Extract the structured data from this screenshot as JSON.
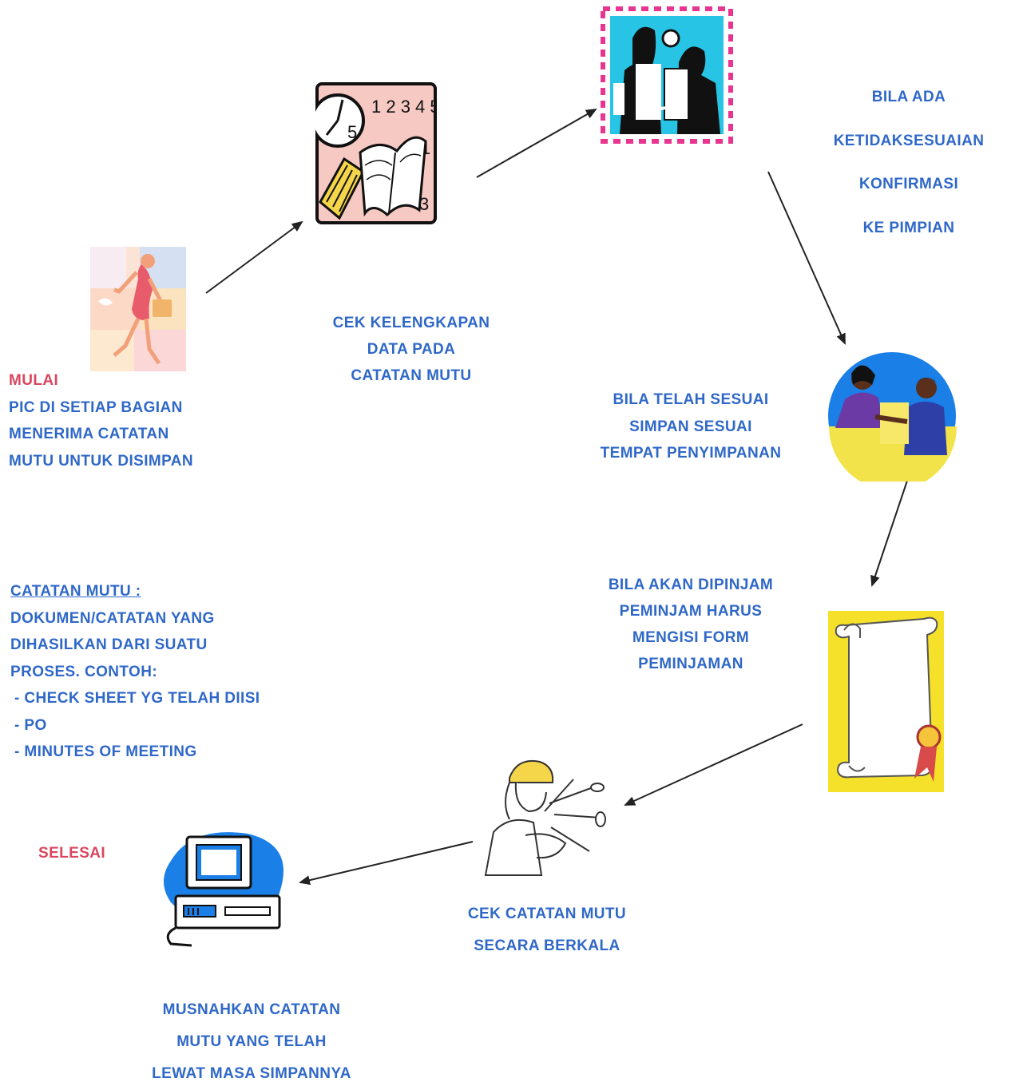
{
  "colors": {
    "text_blue": "#2f68c8",
    "text_red": "#d9475f",
    "arrow": "#222222",
    "frame_pink": "#e8358f",
    "cyan": "#27c4e6",
    "yellow": "#f5e12a",
    "blue_circle": "#1a7fe6"
  },
  "start": {
    "label": "MULAI",
    "lines": [
      "PIC DI SETIAP BAGIAN",
      "MENERIMA CATATAN",
      "MUTU UNTUK DISIMPAN"
    ]
  },
  "check_data": {
    "lines": [
      "CEK KELENGKAPAN",
      "DATA PADA",
      "CATATAN MUTU"
    ]
  },
  "nonconformity": {
    "lines": [
      "BILA ADA",
      "KETIDAKSESUAIAN",
      "KONFIRMASI",
      "KE PIMPIAN"
    ]
  },
  "conform": {
    "lines": [
      "BILA TELAH SESUAI",
      "SIMPAN SESUAI",
      "TEMPAT PENYIMPANAN"
    ]
  },
  "borrow": {
    "lines": [
      "BILA AKAN DIPINJAM",
      "PEMINJAM HARUS",
      "MENGISI FORM",
      "PEMINJAMAN"
    ]
  },
  "periodic": {
    "lines": [
      "CEK CATATAN MUTU",
      "SECARA BERKALA"
    ]
  },
  "destroy": {
    "lines": [
      "MUSNAHKAN CATATAN",
      "MUTU YANG TELAH",
      "LEWAT MASA SIMPANNYA"
    ]
  },
  "finish": {
    "label": "SELESAI"
  },
  "definition": {
    "heading": "CATATAN MUTU :",
    "lines": [
      "DOKUMEN/CATATAN YANG",
      "DIHASILKAN DARI SUATU",
      "PROSES. CONTOH:"
    ],
    "items": [
      "- CHECK SHEET YG TELAH DIISI",
      "- PO",
      "- MINUTES OF MEETING"
    ]
  },
  "icons": {
    "woman_walking": "woman-walking-icon",
    "clock_calendar_book": "clock-calendar-book-icon",
    "meeting": "meeting-icon",
    "handshake": "handshake-icon",
    "scroll": "scroll-certificate-icon",
    "engineer": "engineer-icon",
    "computer": "computer-icon"
  }
}
